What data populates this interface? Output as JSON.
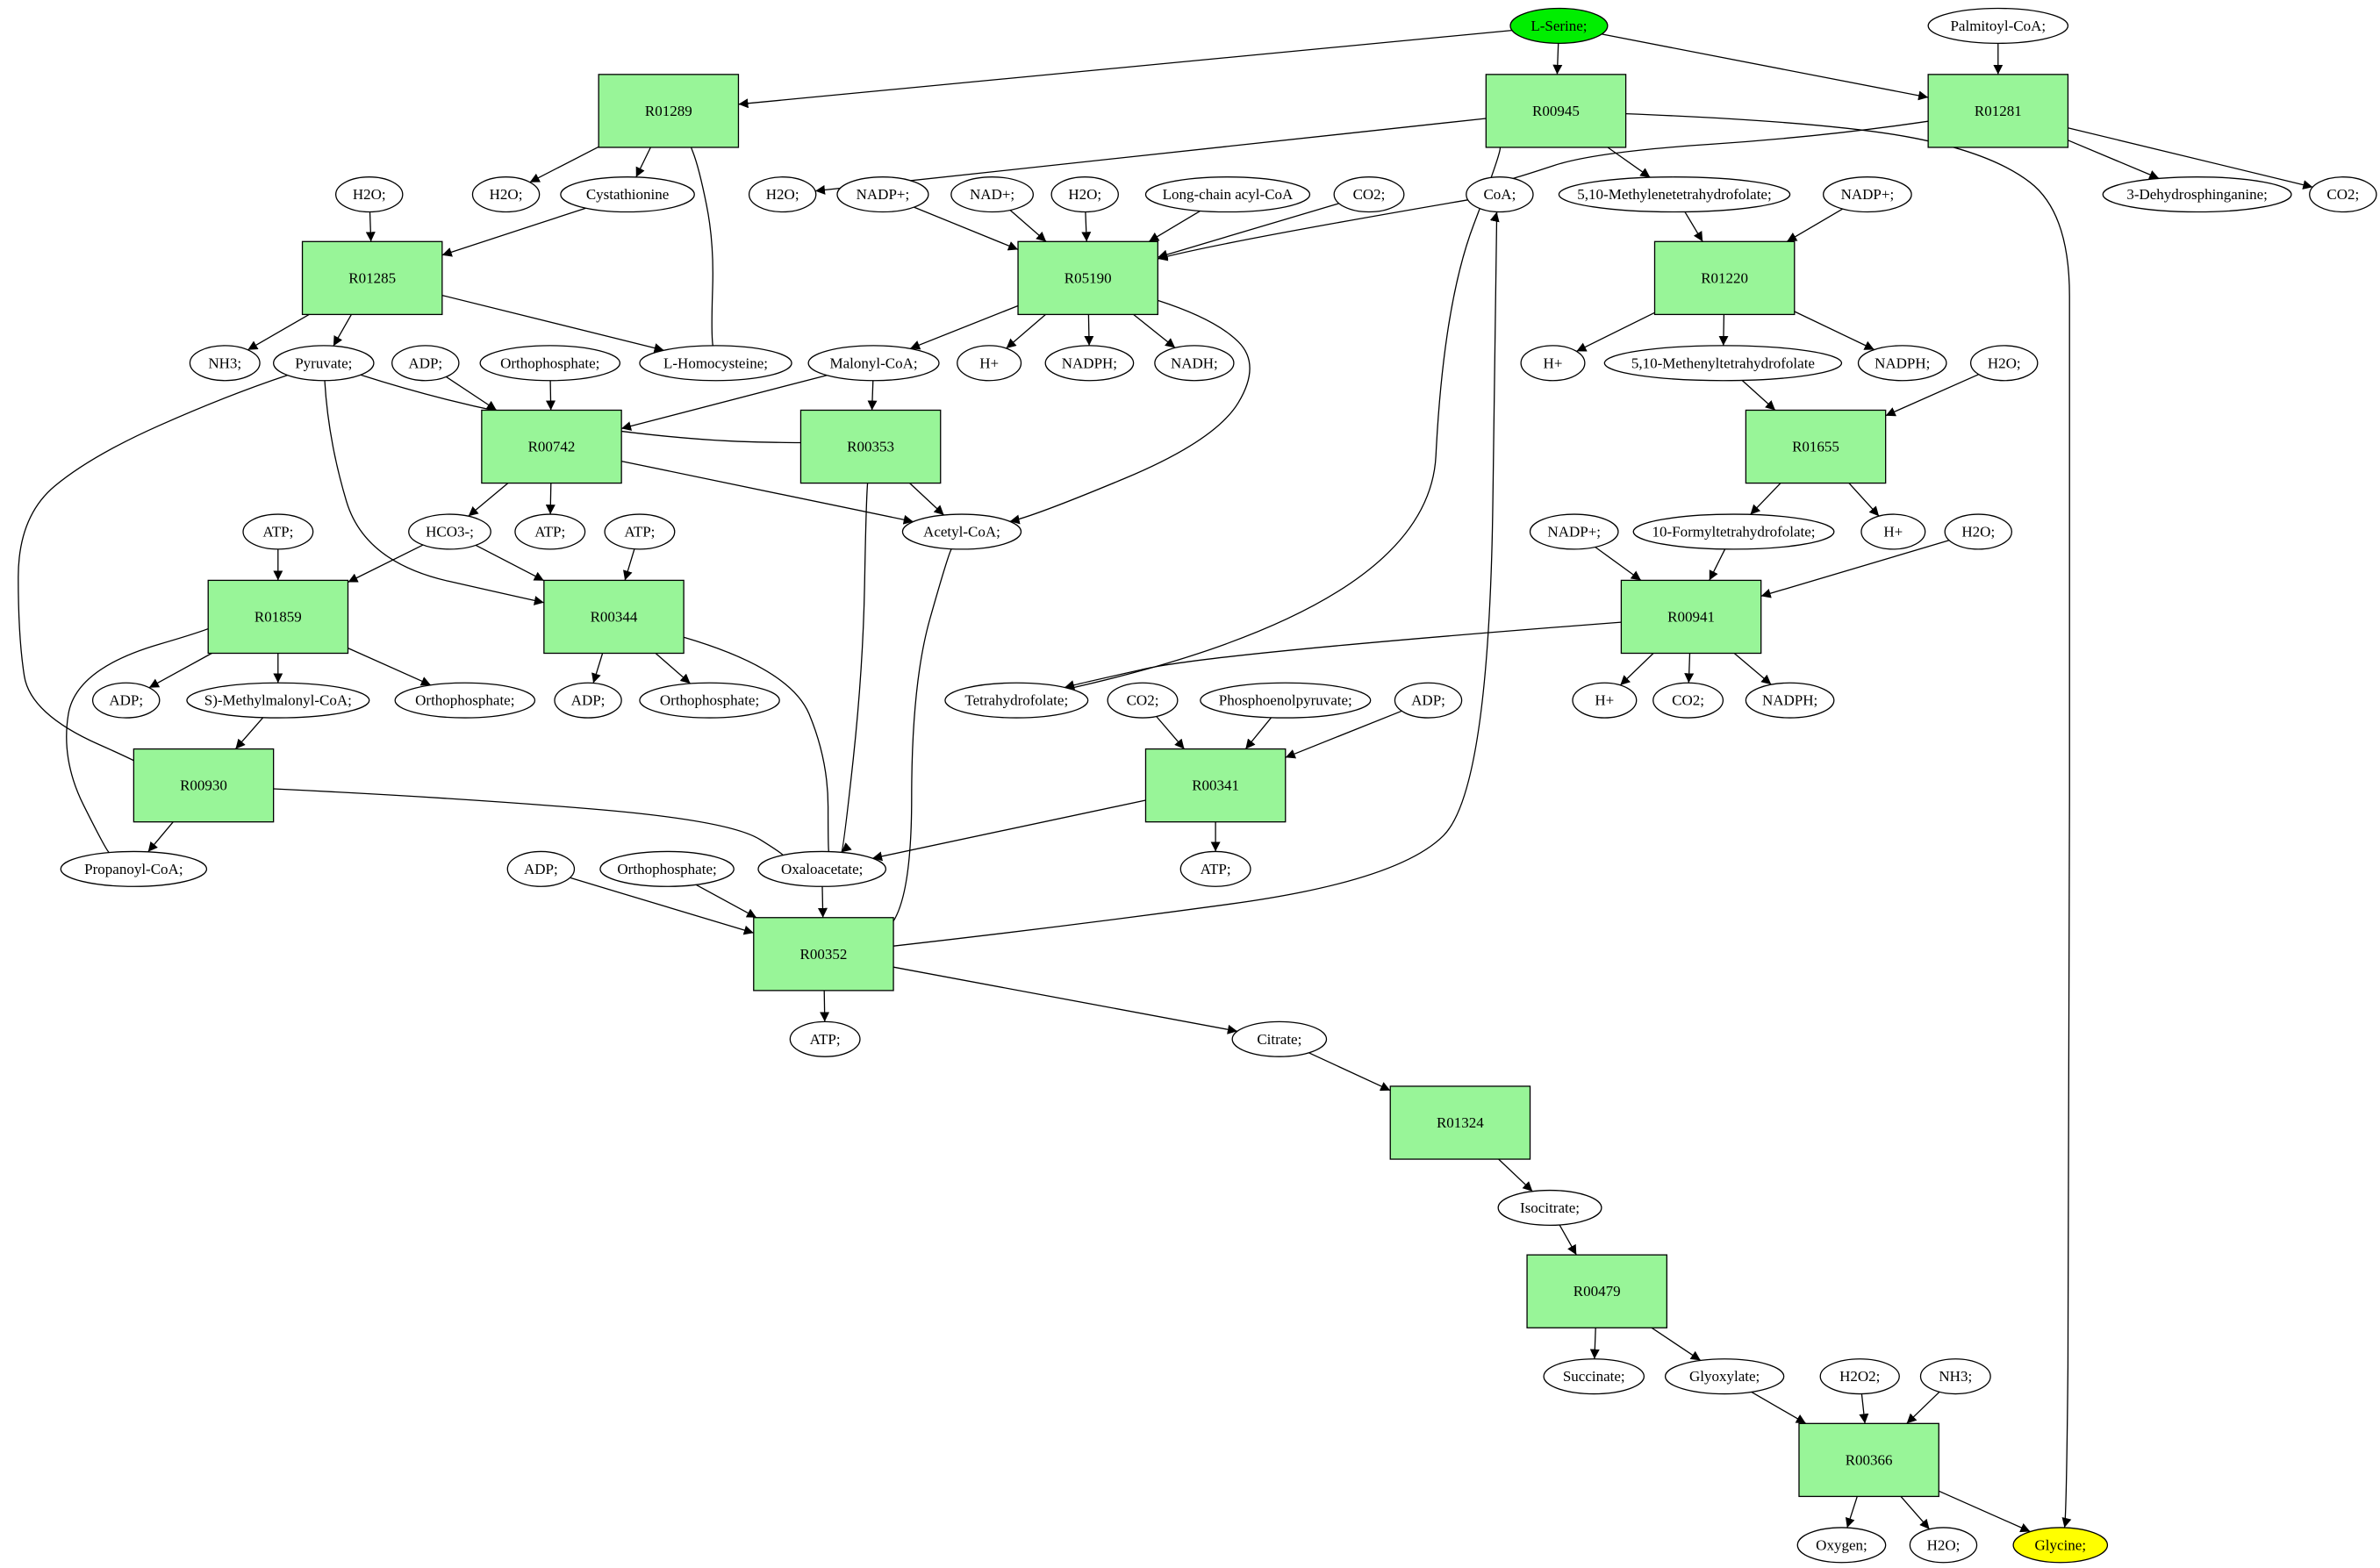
{
  "colors": {
    "reaction": "#98f598",
    "source": "#00ee00",
    "target": "#ffff00",
    "compound": "#ffffff",
    "edge": "#000000"
  },
  "nodes": [
    {
      "id": "lserine",
      "label": "L-Serine;",
      "kind": "source"
    },
    {
      "id": "palmitoyl",
      "label": "Palmitoyl-CoA;",
      "kind": "compound"
    },
    {
      "id": "R01289",
      "label": "R01289",
      "kind": "reaction"
    },
    {
      "id": "R00945",
      "label": "R00945",
      "kind": "reaction"
    },
    {
      "id": "R01281",
      "label": "R01281",
      "kind": "reaction"
    },
    {
      "id": "h2o_1",
      "label": "H2O;",
      "kind": "compound"
    },
    {
      "id": "h2o_2",
      "label": "H2O;",
      "kind": "compound"
    },
    {
      "id": "cystathionine",
      "label": "Cystathionine",
      "kind": "compound"
    },
    {
      "id": "h2o_3",
      "label": "H2O;",
      "kind": "compound"
    },
    {
      "id": "nadpp_1",
      "label": "NADP+;",
      "kind": "compound"
    },
    {
      "id": "nadp_1",
      "label": "NAD+;",
      "kind": "compound"
    },
    {
      "id": "h2o_4",
      "label": "H2O;",
      "kind": "compound"
    },
    {
      "id": "lcacoa",
      "label": "Long-chain acyl-CoA",
      "kind": "compound"
    },
    {
      "id": "co2_1",
      "label": "CO2;",
      "kind": "compound"
    },
    {
      "id": "coa",
      "label": "CoA;",
      "kind": "compound"
    },
    {
      "id": "mthf",
      "label": "5,10-Methylenetetrahydrofolate;",
      "kind": "compound"
    },
    {
      "id": "nadpp_2",
      "label": "NADP+;",
      "kind": "compound"
    },
    {
      "id": "dhs",
      "label": "3-Dehydrosphinganine;",
      "kind": "compound"
    },
    {
      "id": "co2_2",
      "label": "CO2;",
      "kind": "compound"
    },
    {
      "id": "R01285",
      "label": "R01285",
      "kind": "reaction"
    },
    {
      "id": "R05190",
      "label": "R05190",
      "kind": "reaction"
    },
    {
      "id": "R01220",
      "label": "R01220",
      "kind": "reaction"
    },
    {
      "id": "nh3_1",
      "label": "NH3;",
      "kind": "compound"
    },
    {
      "id": "pyruvate",
      "label": "Pyruvate;",
      "kind": "compound"
    },
    {
      "id": "adp_1",
      "label": "ADP;",
      "kind": "compound"
    },
    {
      "id": "ortho_1",
      "label": "Orthophosphate;",
      "kind": "compound"
    },
    {
      "id": "lhomocys",
      "label": "L-Homocysteine;",
      "kind": "compound"
    },
    {
      "id": "malonyl",
      "label": "Malonyl-CoA;",
      "kind": "compound"
    },
    {
      "id": "hplus_1",
      "label": "H+",
      "kind": "compound"
    },
    {
      "id": "nadph_1",
      "label": "NADPH;",
      "kind": "compound"
    },
    {
      "id": "nadh",
      "label": "NADH;",
      "kind": "compound"
    },
    {
      "id": "hplus_2",
      "label": "H+",
      "kind": "compound"
    },
    {
      "id": "methenyl",
      "label": "5,10-Methenyltetrahydrofolate",
      "kind": "compound"
    },
    {
      "id": "nadph_2",
      "label": "NADPH;",
      "kind": "compound"
    },
    {
      "id": "h2o_5",
      "label": "H2O;",
      "kind": "compound"
    },
    {
      "id": "R00742",
      "label": "R00742",
      "kind": "reaction"
    },
    {
      "id": "R00353",
      "label": "R00353",
      "kind": "reaction"
    },
    {
      "id": "R01655",
      "label": "R01655",
      "kind": "reaction"
    },
    {
      "id": "atp_1",
      "label": "ATP;",
      "kind": "compound"
    },
    {
      "id": "hco3",
      "label": "HCO3-;",
      "kind": "compound"
    },
    {
      "id": "atp_2",
      "label": "ATP;",
      "kind": "compound"
    },
    {
      "id": "atp_3",
      "label": "ATP;",
      "kind": "compound"
    },
    {
      "id": "acetylcoa",
      "label": "Acetyl-CoA;",
      "kind": "compound"
    },
    {
      "id": "nadpp_3",
      "label": "NADP+;",
      "kind": "compound"
    },
    {
      "id": "formyl",
      "label": "10-Formyltetrahydrofolate;",
      "kind": "compound"
    },
    {
      "id": "hplus_3",
      "label": "H+",
      "kind": "compound"
    },
    {
      "id": "h2o_6",
      "label": "H2O;",
      "kind": "compound"
    },
    {
      "id": "R01859",
      "label": "R01859",
      "kind": "reaction"
    },
    {
      "id": "R00344",
      "label": "R00344",
      "kind": "reaction"
    },
    {
      "id": "R00941",
      "label": "R00941",
      "kind": "reaction"
    },
    {
      "id": "adp_2",
      "label": "ADP;",
      "kind": "compound"
    },
    {
      "id": "smm",
      "label": "S)-Methylmalonyl-CoA;",
      "kind": "compound"
    },
    {
      "id": "ortho_2",
      "label": "Orthophosphate;",
      "kind": "compound"
    },
    {
      "id": "adp_3",
      "label": "ADP;",
      "kind": "compound"
    },
    {
      "id": "ortho_3",
      "label": "Orthophosphate;",
      "kind": "compound"
    },
    {
      "id": "thf",
      "label": "Tetrahydrofolate;",
      "kind": "compound"
    },
    {
      "id": "co2_3",
      "label": "CO2;",
      "kind": "compound"
    },
    {
      "id": "pep",
      "label": "Phosphoenolpyruvate;",
      "kind": "compound"
    },
    {
      "id": "adp_4",
      "label": "ADP;",
      "kind": "compound"
    },
    {
      "id": "hplus_4",
      "label": "H+",
      "kind": "compound"
    },
    {
      "id": "co2_4",
      "label": "CO2;",
      "kind": "compound"
    },
    {
      "id": "nadph_3",
      "label": "NADPH;",
      "kind": "compound"
    },
    {
      "id": "R00930",
      "label": "R00930",
      "kind": "reaction"
    },
    {
      "id": "R00341",
      "label": "R00341",
      "kind": "reaction"
    },
    {
      "id": "propanoyl",
      "label": "Propanoyl-CoA;",
      "kind": "compound"
    },
    {
      "id": "adp_5",
      "label": "ADP;",
      "kind": "compound"
    },
    {
      "id": "ortho_4",
      "label": "Orthophosphate;",
      "kind": "compound"
    },
    {
      "id": "oaa",
      "label": "Oxaloacetate;",
      "kind": "compound"
    },
    {
      "id": "atp_4",
      "label": "ATP;",
      "kind": "compound"
    },
    {
      "id": "R00352",
      "label": "R00352",
      "kind": "reaction"
    },
    {
      "id": "atp_5",
      "label": "ATP;",
      "kind": "compound"
    },
    {
      "id": "citrate",
      "label": "Citrate;",
      "kind": "compound"
    },
    {
      "id": "R01324",
      "label": "R01324",
      "kind": "reaction"
    },
    {
      "id": "isocitrate",
      "label": "Isocitrate;",
      "kind": "compound"
    },
    {
      "id": "R00479",
      "label": "R00479",
      "kind": "reaction"
    },
    {
      "id": "succinate",
      "label": "Succinate;",
      "kind": "compound"
    },
    {
      "id": "glyoxylate",
      "label": "Glyoxylate;",
      "kind": "compound"
    },
    {
      "id": "h2o2",
      "label": "H2O2;",
      "kind": "compound"
    },
    {
      "id": "nh3_2",
      "label": "NH3;",
      "kind": "compound"
    },
    {
      "id": "R00366",
      "label": "R00366",
      "kind": "reaction"
    },
    {
      "id": "oxygen",
      "label": "Oxygen;",
      "kind": "compound"
    },
    {
      "id": "h2o_7",
      "label": "H2O;",
      "kind": "compound"
    },
    {
      "id": "glycine",
      "label": "Glycine;",
      "kind": "target"
    }
  ],
  "edges": [
    [
      "lserine",
      "R01289"
    ],
    [
      "lserine",
      "R00945"
    ],
    [
      "lserine",
      "R01281"
    ],
    [
      "palmitoyl",
      "R01281"
    ],
    [
      "R01289",
      "h2o_2"
    ],
    [
      "R01289",
      "cystathionine"
    ],
    [
      "R00945",
      "h2o_3"
    ],
    [
      "R00945",
      "mthf"
    ],
    [
      "R00945",
      "glycine"
    ],
    [
      "R01281",
      "coa"
    ],
    [
      "R01281",
      "dhs"
    ],
    [
      "R01281",
      "co2_2"
    ],
    [
      "h2o_1",
      "R01285"
    ],
    [
      "cystathionine",
      "R01285"
    ],
    [
      "R01285",
      "nh3_1"
    ],
    [
      "R01285",
      "pyruvate"
    ],
    [
      "R01285",
      "lhomocys"
    ],
    [
      "lhomocys",
      "R01289"
    ],
    [
      "nadpp_1",
      "R05190"
    ],
    [
      "nadp_1",
      "R05190"
    ],
    [
      "h2o_4",
      "R05190"
    ],
    [
      "lcacoa",
      "R05190"
    ],
    [
      "co2_1",
      "R05190"
    ],
    [
      "coa",
      "R05190"
    ],
    [
      "R05190",
      "malonyl"
    ],
    [
      "R05190",
      "hplus_1"
    ],
    [
      "R05190",
      "nadph_1"
    ],
    [
      "R05190",
      "nadh"
    ],
    [
      "R05190",
      "acetylcoa"
    ],
    [
      "mthf",
      "R01220"
    ],
    [
      "nadpp_2",
      "R01220"
    ],
    [
      "R01220",
      "hplus_2"
    ],
    [
      "R01220",
      "methenyl"
    ],
    [
      "R01220",
      "nadph_2"
    ],
    [
      "methenyl",
      "R01655"
    ],
    [
      "h2o_5",
      "R01655"
    ],
    [
      "R01655",
      "formyl"
    ],
    [
      "R01655",
      "hplus_3"
    ],
    [
      "adp_1",
      "R00742"
    ],
    [
      "ortho_1",
      "R00742"
    ],
    [
      "malonyl",
      "R00742"
    ],
    [
      "R00742",
      "hco3"
    ],
    [
      "R00742",
      "atp_2"
    ],
    [
      "R00742",
      "acetylcoa"
    ],
    [
      "pyruvate",
      "R00353"
    ],
    [
      "malonyl",
      "R00353"
    ],
    [
      "R00353",
      "acetylcoa"
    ],
    [
      "R00353",
      "oaa"
    ],
    [
      "pyruvate",
      "R00344"
    ],
    [
      "hco3",
      "R00344"
    ],
    [
      "atp_3",
      "R00344"
    ],
    [
      "R00344",
      "adp_3"
    ],
    [
      "R00344",
      "ortho_3"
    ],
    [
      "R00344",
      "oaa"
    ],
    [
      "atp_1",
      "R01859"
    ],
    [
      "hco3",
      "R01859"
    ],
    [
      "propanoyl",
      "R01859"
    ],
    [
      "R01859",
      "adp_2"
    ],
    [
      "R01859",
      "smm"
    ],
    [
      "R01859",
      "ortho_2"
    ],
    [
      "nadpp_3",
      "R00941"
    ],
    [
      "formyl",
      "R00941"
    ],
    [
      "h2o_6",
      "R00941"
    ],
    [
      "R00941",
      "thf"
    ],
    [
      "R00941",
      "hplus_4"
    ],
    [
      "R00941",
      "co2_4"
    ],
    [
      "R00941",
      "nadph_3"
    ],
    [
      "thf",
      "R00945"
    ],
    [
      "pyruvate",
      "R00930"
    ],
    [
      "smm",
      "R00930"
    ],
    [
      "R00930",
      "propanoyl"
    ],
    [
      "R00930",
      "oaa"
    ],
    [
      "co2_3",
      "R00341"
    ],
    [
      "pep",
      "R00341"
    ],
    [
      "adp_4",
      "R00341"
    ],
    [
      "R00341",
      "atp_4"
    ],
    [
      "R00341",
      "oaa"
    ],
    [
      "adp_5",
      "R00352"
    ],
    [
      "ortho_4",
      "R00352"
    ],
    [
      "oaa",
      "R00352"
    ],
    [
      "acetylcoa",
      "R00352"
    ],
    [
      "R00352",
      "atp_5"
    ],
    [
      "R00352",
      "citrate"
    ],
    [
      "R00352",
      "coa"
    ],
    [
      "citrate",
      "R01324"
    ],
    [
      "R01324",
      "isocitrate"
    ],
    [
      "isocitrate",
      "R00479"
    ],
    [
      "R00479",
      "succinate"
    ],
    [
      "R00479",
      "glyoxylate"
    ],
    [
      "glyoxylate",
      "R00366"
    ],
    [
      "h2o2",
      "R00366"
    ],
    [
      "nh3_2",
      "R00366"
    ],
    [
      "R00366",
      "oxygen"
    ],
    [
      "R00366",
      "h2o_7"
    ],
    [
      "R00366",
      "glycine"
    ]
  ]
}
